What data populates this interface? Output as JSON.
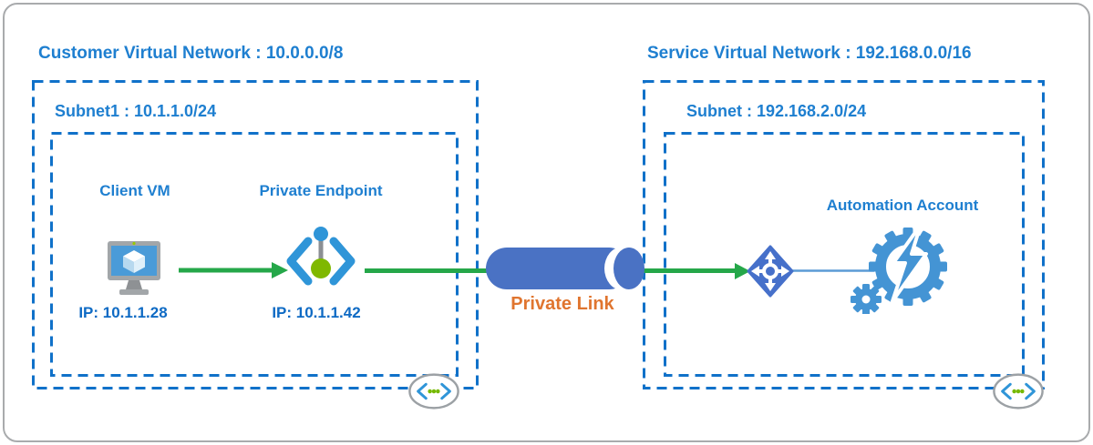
{
  "customer_vnet": {
    "title": "Customer Virtual Network : 10.0.0.0/8",
    "subnet": {
      "label": "Subnet1 : 10.1.1.0/24",
      "client_vm": {
        "label": "Client VM",
        "ip": "IP: 10.1.1.28"
      },
      "private_endpoint": {
        "label": "Private Endpoint",
        "ip": "IP: 10.1.1.42"
      }
    }
  },
  "private_link": {
    "label": "Private Link"
  },
  "service_vnet": {
    "title": "Service Virtual Network : 192.168.0.0/16",
    "subnet": {
      "label": "Subnet : 192.168.2.0/24",
      "automation_account": {
        "label": "Automation Account"
      }
    }
  },
  "icons": {
    "client_vm": "vm-monitor-icon",
    "private_endpoint": "private-endpoint-icon",
    "private_link": "private-link-tunnel-icon",
    "network_interface": "network-interface-icon",
    "automation_account": "automation-gear-icon",
    "virtual_network_badge": "virtual-network-icon"
  },
  "colors": {
    "dash_blue": "#1071c9",
    "label_blue": "#1e7fd0",
    "ip_blue": "#0e6ac4",
    "arrow_green": "#25a749",
    "endpoint_green": "#7fb800",
    "cylinder_blue": "#4a72c4",
    "link_orange": "#e0752f",
    "icon_blue": "#4494d4",
    "connector_blue": "#5b9bd5"
  }
}
